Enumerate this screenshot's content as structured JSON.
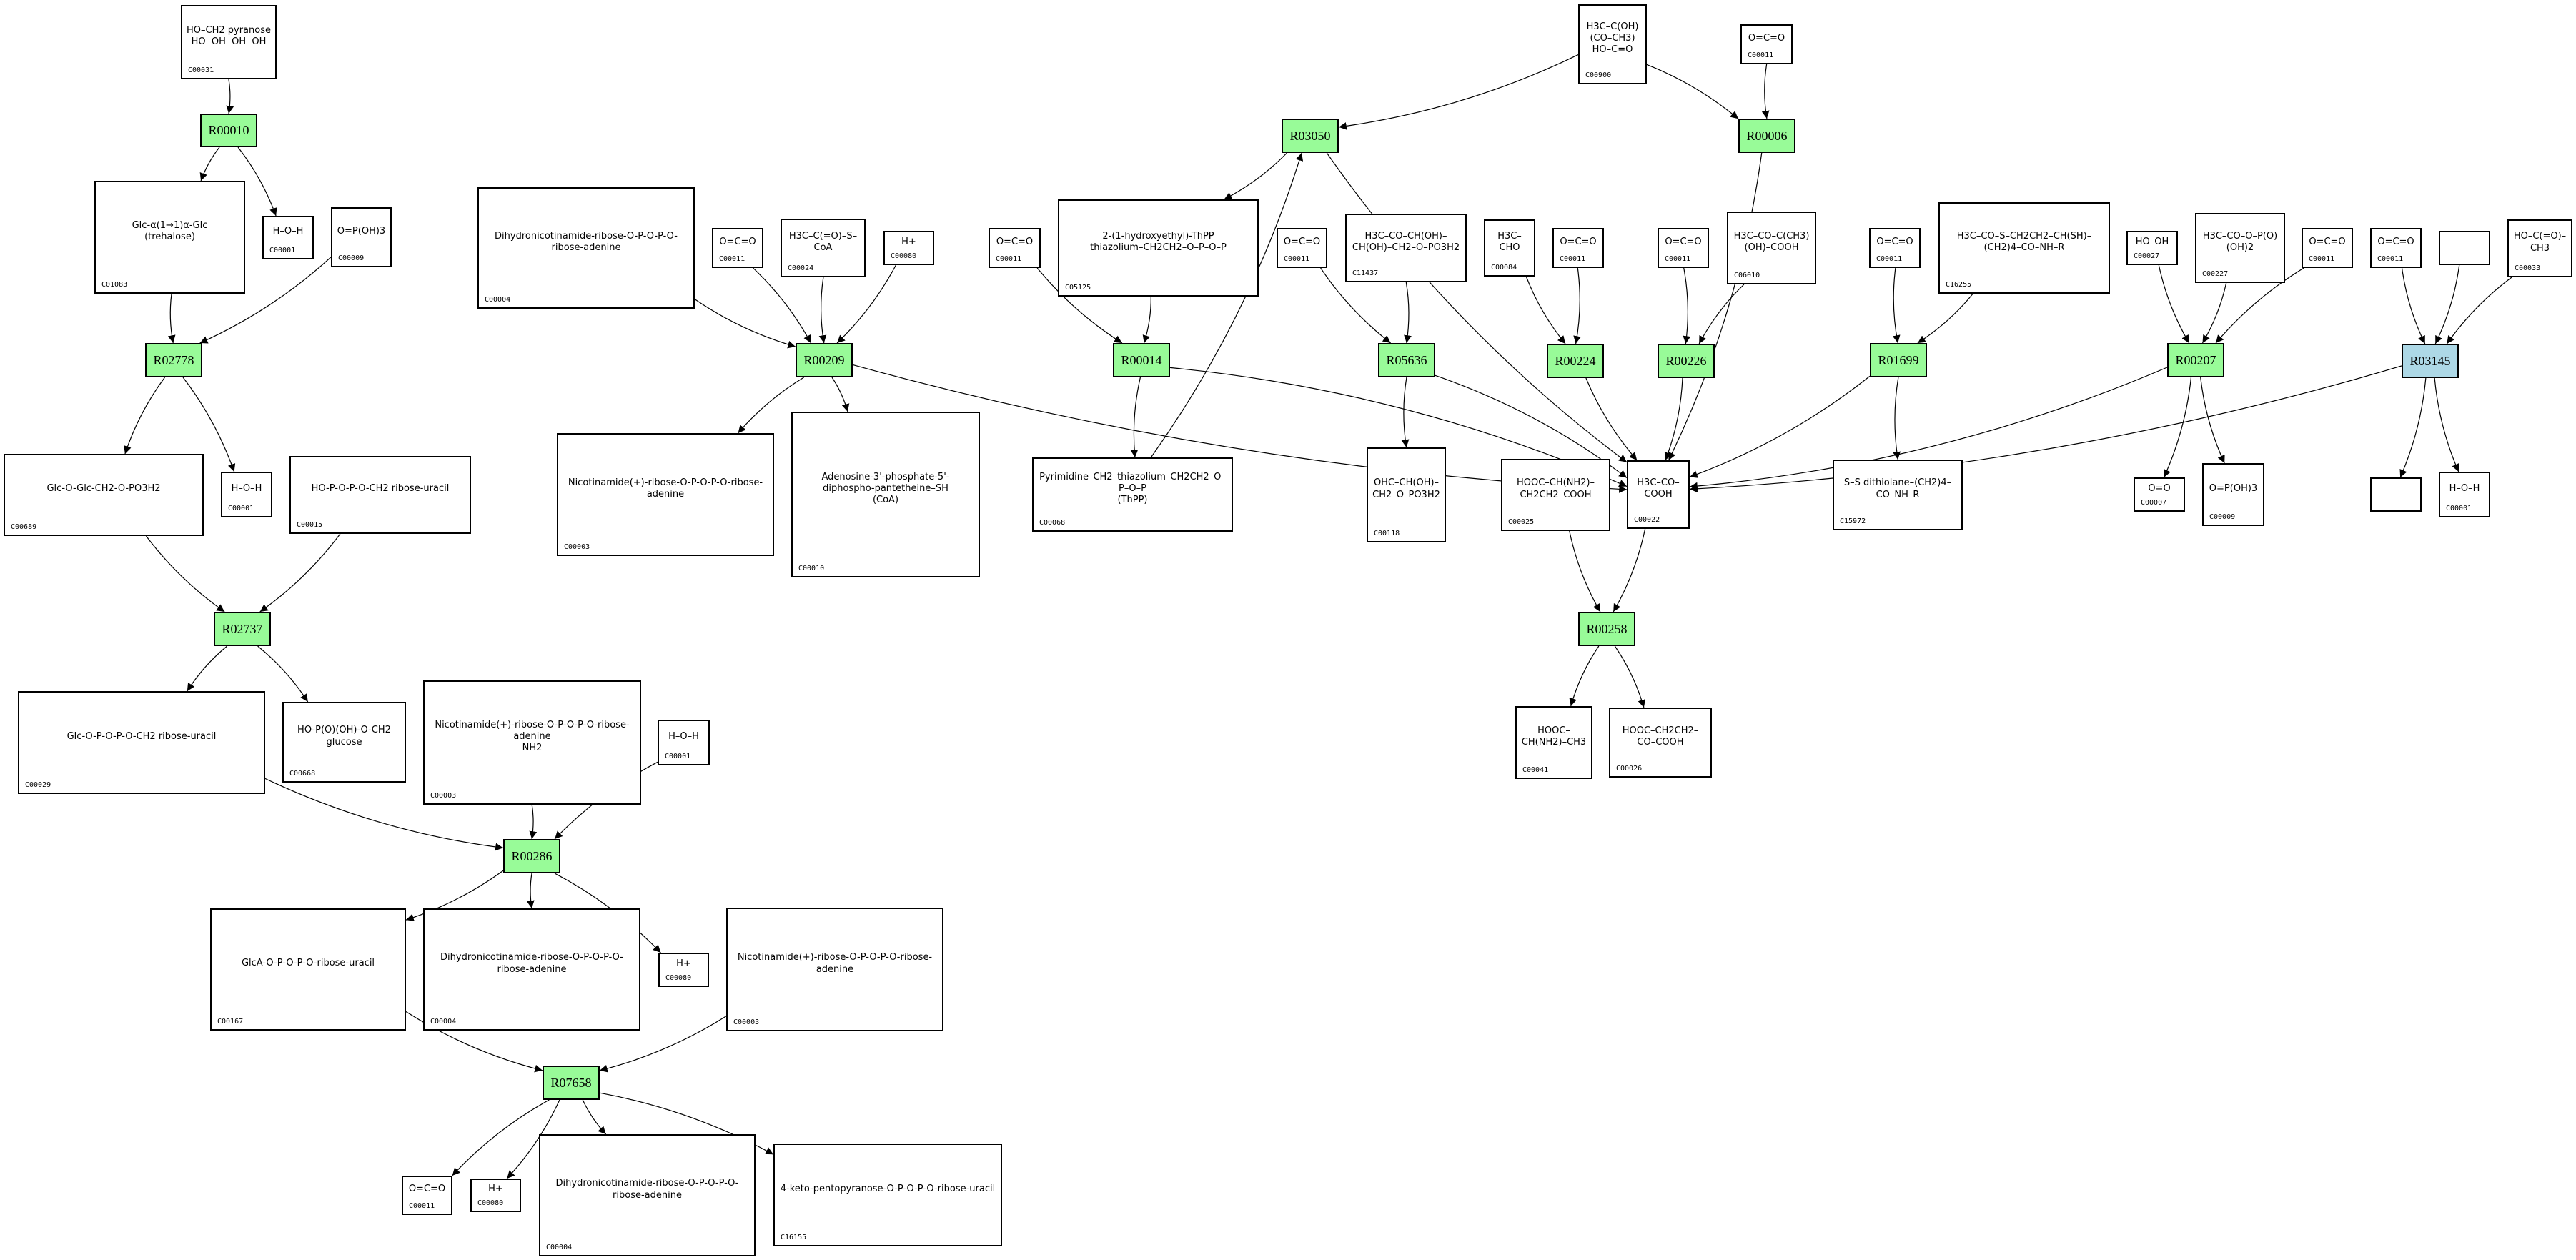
{
  "colors": {
    "reaction_default": "#98fb98",
    "reaction_highlight": "#add8e6",
    "edge": "#000000"
  },
  "reactions": [
    {
      "key": "R00010",
      "label": "R00010",
      "style": "green"
    },
    {
      "key": "R02778",
      "label": "R02778",
      "style": "green"
    },
    {
      "key": "R02737",
      "label": "R02737",
      "style": "green"
    },
    {
      "key": "R00286",
      "label": "R00286",
      "style": "green"
    },
    {
      "key": "R07658",
      "label": "R07658",
      "style": "green"
    },
    {
      "key": "R00209",
      "label": "R00209",
      "style": "green"
    },
    {
      "key": "R03050",
      "label": "R03050",
      "style": "green"
    },
    {
      "key": "R00014",
      "label": "R00014",
      "style": "green"
    },
    {
      "key": "R05636",
      "label": "R05636",
      "style": "green"
    },
    {
      "key": "R00224",
      "label": "R00224",
      "style": "green"
    },
    {
      "key": "R00226",
      "label": "R00226",
      "style": "green"
    },
    {
      "key": "R00006",
      "label": "R00006",
      "style": "green"
    },
    {
      "key": "R01699",
      "label": "R01699",
      "style": "green"
    },
    {
      "key": "R00207",
      "label": "R00207",
      "style": "green"
    },
    {
      "key": "R03145",
      "label": "R03145",
      "style": "blue"
    },
    {
      "key": "R00258",
      "label": "R00258",
      "style": "green"
    }
  ],
  "compounds": [
    {
      "key": "c_C00031",
      "id": "C00031",
      "structure": "HO–CH2 pyranose\nHO  OH  OH  OH"
    },
    {
      "key": "c_C01083",
      "id": "C01083",
      "structure": "Glc-α(1→1)α-Glc\n(trehalose)"
    },
    {
      "key": "c_C00001_a",
      "id": "C00001",
      "structure": "H–O–H"
    },
    {
      "key": "c_C00009_a",
      "id": "C00009",
      "structure": "O=P(OH)3"
    },
    {
      "key": "c_C00689",
      "id": "C00689",
      "structure": "Glc-O-Glc-CH2-O-PO3H2"
    },
    {
      "key": "c_C00001_b",
      "id": "C00001",
      "structure": "H–O–H"
    },
    {
      "key": "c_C00015",
      "id": "C00015",
      "structure": "HO-P-O-P-O-CH2 ribose-uracil"
    },
    {
      "key": "c_C00029",
      "id": "C00029",
      "structure": "Glc-O-P-O-P-O-CH2 ribose-uracil"
    },
    {
      "key": "c_C00668",
      "id": "C00668",
      "structure": "HO-P(O)(OH)-O-CH2 glucose"
    },
    {
      "key": "c_C00003_b",
      "id": "C00003",
      "structure": "Nicotinamide(+)-ribose-O-P-O-P-O-ribose-adenine\nNH2"
    },
    {
      "key": "c_C00001_c",
      "id": "C00001",
      "structure": "H–O–H"
    },
    {
      "key": "c_C00167",
      "id": "C00167",
      "structure": "GlcA-O-P-O-P-O-ribose-uracil"
    },
    {
      "key": "c_C00004_b",
      "id": "C00004",
      "structure": "Dihydronicotinamide-ribose-O-P-O-P-O-ribose-adenine"
    },
    {
      "key": "c_C00080_b",
      "id": "C00080",
      "structure": "H+"
    },
    {
      "key": "c_C00003_c",
      "id": "C00003",
      "structure": "Nicotinamide(+)-ribose-O-P-O-P-O-ribose-adenine"
    },
    {
      "key": "c_C00011_g",
      "id": "C00011",
      "structure": "O=C=O"
    },
    {
      "key": "c_C00080_c",
      "id": "C00080",
      "structure": "H+"
    },
    {
      "key": "c_C00004_c",
      "id": "C00004",
      "structure": "Dihydronicotinamide-ribose-O-P-O-P-O-ribose-adenine"
    },
    {
      "key": "c_C16155",
      "id": "C16155",
      "structure": "4-keto-pentopyranose-O-P-O-P-O-ribose-uracil"
    },
    {
      "key": "c_C00004_a",
      "id": "C00004",
      "structure": "Dihydronicotinamide-ribose-O-P-O-P-O-ribose-adenine"
    },
    {
      "key": "c_C00011_a",
      "id": "C00011",
      "structure": "O=C=O"
    },
    {
      "key": "c_C00024",
      "id": "C00024",
      "structure": "H3C–C(=O)–S–CoA"
    },
    {
      "key": "c_C00080_a",
      "id": "C00080",
      "structure": "H+"
    },
    {
      "key": "c_C00003_a",
      "id": "C00003",
      "structure": "Nicotinamide(+)-ribose-O-P-O-P-O-ribose-adenine"
    },
    {
      "key": "c_C00010",
      "id": "C00010",
      "structure": "Adenosine-3'-phosphate-5'-diphospho-pantetheine–SH\n(CoA)"
    },
    {
      "key": "c_C00900",
      "id": "C00900",
      "structure": "H3C–C(OH)(CO–CH3)\nHO–C=O"
    },
    {
      "key": "c_C00011_top",
      "id": "C00011",
      "structure": "O=C=O"
    },
    {
      "key": "c_C00011_b",
      "id": "C00011",
      "structure": "O=C=O"
    },
    {
      "key": "c_C05125",
      "id": "C05125",
      "structure": "2-(1-hydroxyethyl)-ThPP\nthiazolium–CH2CH2–O–P–O–P"
    },
    {
      "key": "c_C00068",
      "id": "C00068",
      "structure": "Pyrimidine–CH2–thiazolium–CH2CH2–O–P–O–P\n(ThPP)"
    },
    {
      "key": "c_C00011_c",
      "id": "C00011",
      "structure": "O=C=O"
    },
    {
      "key": "c_C11437",
      "id": "C11437",
      "structure": "H3C–CO–CH(OH)–CH(OH)–CH2–O–PO3H2"
    },
    {
      "key": "c_C00118",
      "id": "C00118",
      "structure": "OHC–CH(OH)–CH2–O–PO3H2"
    },
    {
      "key": "c_C00084",
      "id": "C00084",
      "structure": "H3C–CHO"
    },
    {
      "key": "c_C00011_d",
      "id": "C00011",
      "structure": "O=C=O"
    },
    {
      "key": "c_C00011_e",
      "id": "C00011",
      "structure": "O=C=O"
    },
    {
      "key": "c_C06010",
      "id": "C06010",
      "structure": "H3C–CO–C(CH3)(OH)–COOH"
    },
    {
      "key": "c_C00025",
      "id": "C00025",
      "structure": "HOOC–CH(NH2)–CH2CH2–COOH"
    },
    {
      "key": "c_C00022",
      "id": "C00022",
      "structure": "H3C–CO–COOH"
    },
    {
      "key": "c_C00041",
      "id": "C00041",
      "structure": "HOOC–CH(NH2)–CH3"
    },
    {
      "key": "c_C00026",
      "id": "C00026",
      "structure": "HOOC–CH2CH2–CO–COOH"
    },
    {
      "key": "c_C00011_f",
      "id": "C00011",
      "structure": "O=C=O"
    },
    {
      "key": "c_C16255",
      "id": "C16255",
      "structure": "H3C–CO–S–CH2CH2–CH(SH)–(CH2)4–CO–NH–R"
    },
    {
      "key": "c_C15972",
      "id": "C15972",
      "structure": "S–S dithiolane–(CH2)4–CO–NH–R"
    },
    {
      "key": "c_C00027",
      "id": "C00027",
      "structure": "HO–OH"
    },
    {
      "key": "c_C00227",
      "id": "C00227",
      "structure": "H3C–CO–O–P(O)(OH)2"
    },
    {
      "key": "c_C00011_h",
      "id": "C00011",
      "structure": "O=C=O"
    },
    {
      "key": "c_C00007",
      "id": "C00007",
      "structure": "O=O"
    },
    {
      "key": "c_C00009_b",
      "id": "C00009",
      "structure": "O=P(OH)3"
    },
    {
      "key": "c_C00011_i",
      "id": "C00011",
      "structure": "O=C=O"
    },
    {
      "key": "c_blank_in",
      "id": "",
      "structure": ""
    },
    {
      "key": "c_C00033",
      "id": "C00033",
      "structure": "HO–C(=O)–CH3"
    },
    {
      "key": "c_blank_out",
      "id": "",
      "structure": ""
    },
    {
      "key": "c_C00001_d",
      "id": "C00001",
      "structure": "H–O–H"
    }
  ],
  "edges": [
    [
      "c_C00031",
      "R00010"
    ],
    [
      "R00010",
      "c_C01083"
    ],
    [
      "R00010",
      "c_C00001_a"
    ],
    [
      "c_C01083",
      "R02778"
    ],
    [
      "c_C00009_a",
      "R02778"
    ],
    [
      "R02778",
      "c_C00689"
    ],
    [
      "R02778",
      "c_C00001_b"
    ],
    [
      "c_C00689",
      "R02737"
    ],
    [
      "c_C00015",
      "R02737"
    ],
    [
      "R02737",
      "c_C00029"
    ],
    [
      "R02737",
      "c_C00668"
    ],
    [
      "c_C00029",
      "R00286"
    ],
    [
      "c_C00003_b",
      "R00286"
    ],
    [
      "c_C00001_c",
      "R00286"
    ],
    [
      "R00286",
      "c_C00167"
    ],
    [
      "R00286",
      "c_C00004_b"
    ],
    [
      "R00286",
      "c_C00080_b"
    ],
    [
      "c_C00167",
      "R07658"
    ],
    [
      "c_C00003_c",
      "R07658"
    ],
    [
      "R07658",
      "c_C00011_g"
    ],
    [
      "R07658",
      "c_C00080_c"
    ],
    [
      "R07658",
      "c_C00004_c"
    ],
    [
      "R07658",
      "c_C16155"
    ],
    [
      "c_C00004_a",
      "R00209"
    ],
    [
      "c_C00011_a",
      "R00209"
    ],
    [
      "c_C00024",
      "R00209"
    ],
    [
      "c_C00080_a",
      "R00209"
    ],
    [
      "R00209",
      "c_C00003_a"
    ],
    [
      "R00209",
      "c_C00010"
    ],
    [
      "R00209",
      "c_C00022"
    ],
    [
      "c_C00900",
      "R03050"
    ],
    [
      "c_C00068",
      "R03050"
    ],
    [
      "R03050",
      "c_C05125"
    ],
    [
      "R03050",
      "c_C00022"
    ],
    [
      "c_C00900",
      "R00006"
    ],
    [
      "c_C00011_top",
      "R00006"
    ],
    [
      "R00006",
      "c_C00022"
    ],
    [
      "c_C00011_b",
      "R00014"
    ],
    [
      "c_C05125",
      "R00014"
    ],
    [
      "R00014",
      "c_C00068"
    ],
    [
      "R00014",
      "c_C00022"
    ],
    [
      "c_C00011_c",
      "R05636"
    ],
    [
      "c_C11437",
      "R05636"
    ],
    [
      "R05636",
      "c_C00118"
    ],
    [
      "R05636",
      "c_C00022"
    ],
    [
      "c_C00084",
      "R00224"
    ],
    [
      "c_C00011_d",
      "R00224"
    ],
    [
      "R00224",
      "c_C00022"
    ],
    [
      "c_C00011_e",
      "R00226"
    ],
    [
      "c_C06010",
      "R00226"
    ],
    [
      "R00226",
      "c_C00022"
    ],
    [
      "c_C00011_f",
      "R01699"
    ],
    [
      "c_C16255",
      "R01699"
    ],
    [
      "R01699",
      "c_C15972"
    ],
    [
      "R01699",
      "c_C00022"
    ],
    [
      "c_C00027",
      "R00207"
    ],
    [
      "c_C00227",
      "R00207"
    ],
    [
      "c_C00011_h",
      "R00207"
    ],
    [
      "R00207",
      "c_C00007"
    ],
    [
      "R00207",
      "c_C00009_b"
    ],
    [
      "R00207",
      "c_C00022"
    ],
    [
      "c_C00011_i",
      "R03145"
    ],
    [
      "c_blank_in",
      "R03145"
    ],
    [
      "c_C00033",
      "R03145"
    ],
    [
      "R03145",
      "c_blank_out"
    ],
    [
      "R03145",
      "c_C00001_d"
    ],
    [
      "R03145",
      "c_C00022"
    ],
    [
      "c_C00025",
      "R00258"
    ],
    [
      "c_C00022",
      "R00258"
    ],
    [
      "R00258",
      "c_C00041"
    ],
    [
      "R00258",
      "c_C00026"
    ]
  ]
}
